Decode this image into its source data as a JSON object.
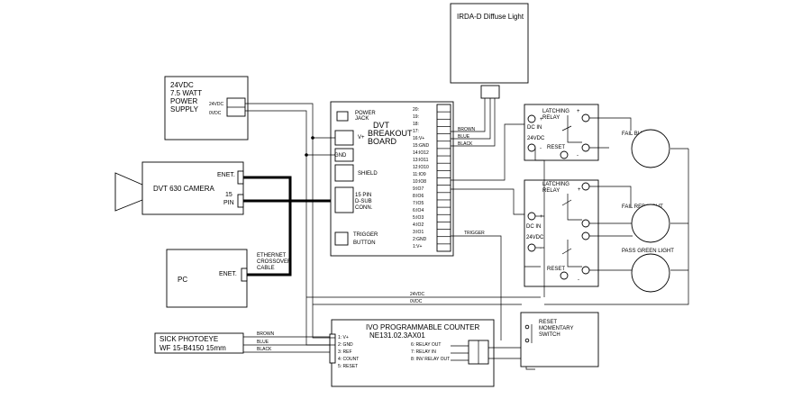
{
  "irda_light": {
    "label": "IRDA-D Diffuse Light"
  },
  "power_supply": {
    "lines": [
      "24VDC",
      "7.5 WATT",
      "POWER",
      "SUPPLY"
    ],
    "pins": [
      "24VDC",
      "0VDC"
    ]
  },
  "camera": {
    "label": "DVT 630 CAMERA",
    "port_enet": "ENET.",
    "port_pin_lines": [
      "15",
      "PIN"
    ]
  },
  "pc": {
    "label": "PC",
    "port_enet": "ENET."
  },
  "ethernet_cable": {
    "lines": [
      "ETHERNET",
      "CROSSOVER",
      "CABLE"
    ]
  },
  "breakout": {
    "title_lines": [
      "DVT",
      "BREAKOUT",
      "BOARD"
    ],
    "left_labels": {
      "power_jack": [
        "POWER",
        "JACK"
      ],
      "vplus": "V+",
      "gnd": "GND",
      "shield": "SHIELD",
      "dsub": [
        "15 PIN",
        "D-SUB",
        "CONN."
      ],
      "trigger": [
        "TRIGGER",
        "BUTTON"
      ]
    },
    "right_pins": [
      "20:",
      "19:",
      "18:",
      "17:",
      "16:V+",
      "15:GND",
      "14:IO12",
      "13:IO11",
      "12:IO10",
      "11:IO9",
      "10:IO8",
      "9:IO7",
      "8:IO6",
      "7:IO5",
      "6:IO4",
      "5:IO3",
      "4:IO2",
      "3:IO1",
      "2:GND",
      "1:V+"
    ]
  },
  "wire_labels": {
    "brown": "BROWN",
    "blue": "BLUE",
    "black": "BLACK",
    "trigger": "TRIGGER",
    "v24": "24VDC",
    "v0": "0VDC",
    "sick_brown": "BROWN",
    "sick_blue": "BLUE",
    "sick_black": "BLACK"
  },
  "relay1": {
    "label_lines": [
      "LATCHING",
      "RELAY"
    ],
    "dc_in": "DC IN",
    "v24": "24VDC",
    "reset": "RESET",
    "plus": "+",
    "minus": "-"
  },
  "relay2": {
    "label_lines": [
      "LATCHING",
      "RELAY"
    ],
    "dc_in": "DC IN",
    "v24": "24VDC",
    "reset": "RESET",
    "plus": "+",
    "minus": "-"
  },
  "indicators": {
    "fail_buzzer": "FAIL BUZZER",
    "fail_red": "FAIL RED LIGHT",
    "pass_green": "PASS GREEN LIGHT"
  },
  "counter": {
    "title_lines": [
      "IVO PROGRAMMABLE COUNTER",
      "NE131.02.3AX01"
    ],
    "left_pins": [
      "1: V+",
      "2: GND",
      "3: REF",
      "4: COUNT",
      "5: RESET"
    ],
    "right_pins": [
      "6: RELAY OUT",
      "7: RELAY IN",
      "8: INV RELAY OUT"
    ]
  },
  "sick": {
    "lines": [
      "SICK PHOTOEYE",
      "WF 15-B4150 15mm"
    ]
  },
  "reset_switch": {
    "lines": [
      "RESET",
      "MOMENTARY",
      "SWITCH"
    ]
  }
}
